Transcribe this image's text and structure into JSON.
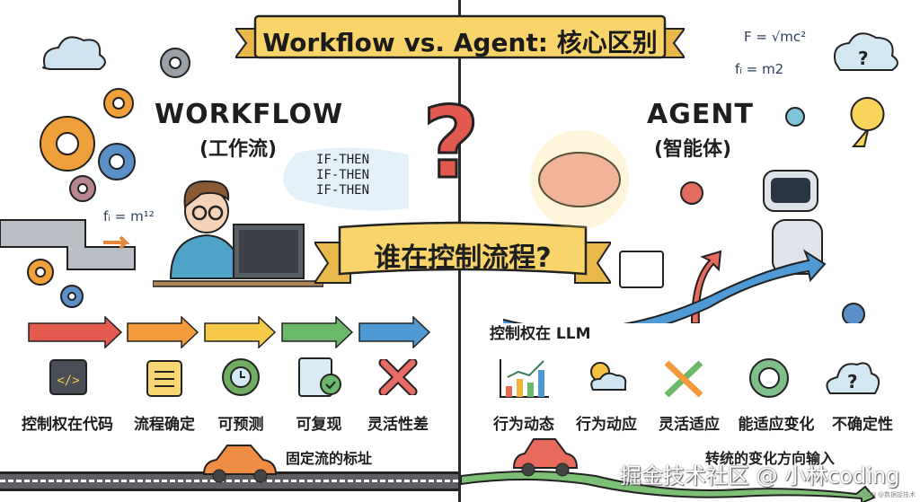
{
  "title": "Workflow vs. Agent: 核心区别",
  "center_question": "谁在控制流程?",
  "left": {
    "heading": "WORKFLOW",
    "subheading": "(工作流)",
    "code_lines": [
      "IF-THEN",
      "IF-THEN",
      "IF-THEN"
    ],
    "formula": "fᵢ = m¹²",
    "features": [
      {
        "icon": "code-window-icon",
        "label": "控制权在代码"
      },
      {
        "icon": "clipboard-checklist-icon",
        "label": "流程确定"
      },
      {
        "icon": "gear-clock-icon",
        "label": "可预测"
      },
      {
        "icon": "document-check-icon",
        "label": "可复现"
      },
      {
        "icon": "red-x-icon",
        "label": "灵活性差"
      }
    ],
    "road_caption": "固定流的标址"
  },
  "right": {
    "heading": "AGENT",
    "subheading": "(智能体)",
    "formulas": [
      "F = √mc²",
      "fᵢ = m2"
    ],
    "control_caption": "控制权在 LLM",
    "features": [
      {
        "icon": "bar-chart-trend-icon",
        "label": "行为动态"
      },
      {
        "icon": "weather-cloud-icon",
        "label": "行为动应"
      },
      {
        "icon": "crossing-arrows-icon",
        "label": "灵活适应"
      },
      {
        "icon": "gear-refresh-icon",
        "label": "能适应变化"
      },
      {
        "icon": "question-cloud-icon",
        "label": "不确定性"
      }
    ],
    "road_caption": "转统的变化方向输入"
  },
  "watermark": "掘金技术社区 @ 小林coding",
  "source_tag": "CSDN @数据捉技术",
  "colors": {
    "banner": "#f9d46a",
    "question": "#e25a4f",
    "road_left": "#5d5f63",
    "road_right": "#7cc173"
  }
}
